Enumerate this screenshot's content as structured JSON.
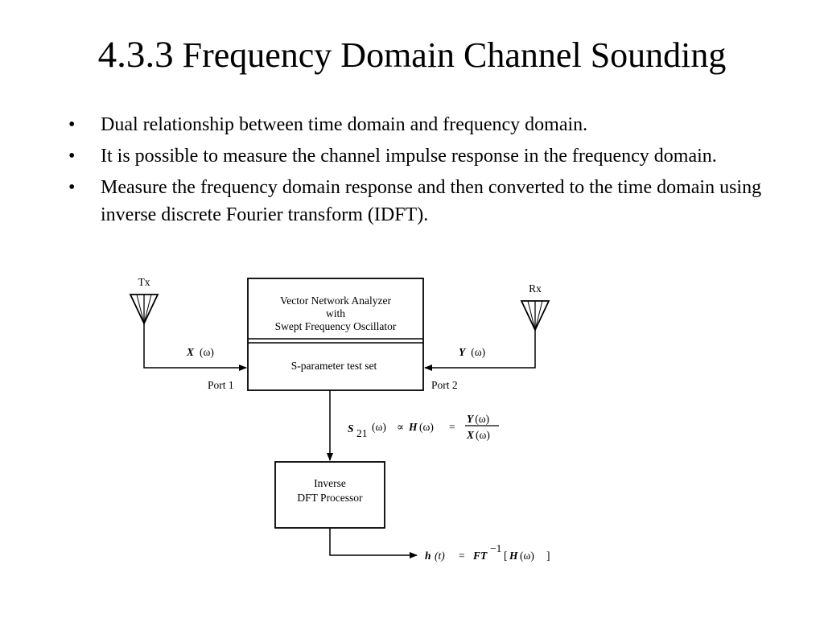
{
  "slide": {
    "title_number": "4.3.3",
    "title_text": "Frequency Domain Channel Sounding",
    "bullets": [
      "Dual relationship between time domain and frequency domain.",
      "It is possible to measure the channel impulse response in the frequency domain.",
      "Measure the frequency domain response and then converted to the time domain using inverse discrete Fourier transform (IDFT)."
    ],
    "bullet_glyph": "•"
  },
  "diagram": {
    "tx_label": "Tx",
    "rx_label": "Rx",
    "vna_line1": "Vector Network Analyzer",
    "vna_line2": "with",
    "vna_line3": "Swept Frequency Oscillator",
    "sparam_label": "S-parameter test set",
    "port1_label": "Port 1",
    "port2_label": "Port 2",
    "x_symbol": "X",
    "y_symbol": "Y",
    "omega_arg": "(ω)",
    "s21_symbol": "S",
    "s21_subscript": "21",
    "proportional": "∝",
    "h_symbol": "H",
    "equals": "=",
    "idft_line1": "Inverse",
    "idft_line2": "DFT Processor",
    "ht_symbol": "h",
    "t_arg": "(t)",
    "ft_symbol": "FT",
    "ft_superscript": "−1",
    "open_bracket": "[",
    "close_bracket": "]"
  }
}
